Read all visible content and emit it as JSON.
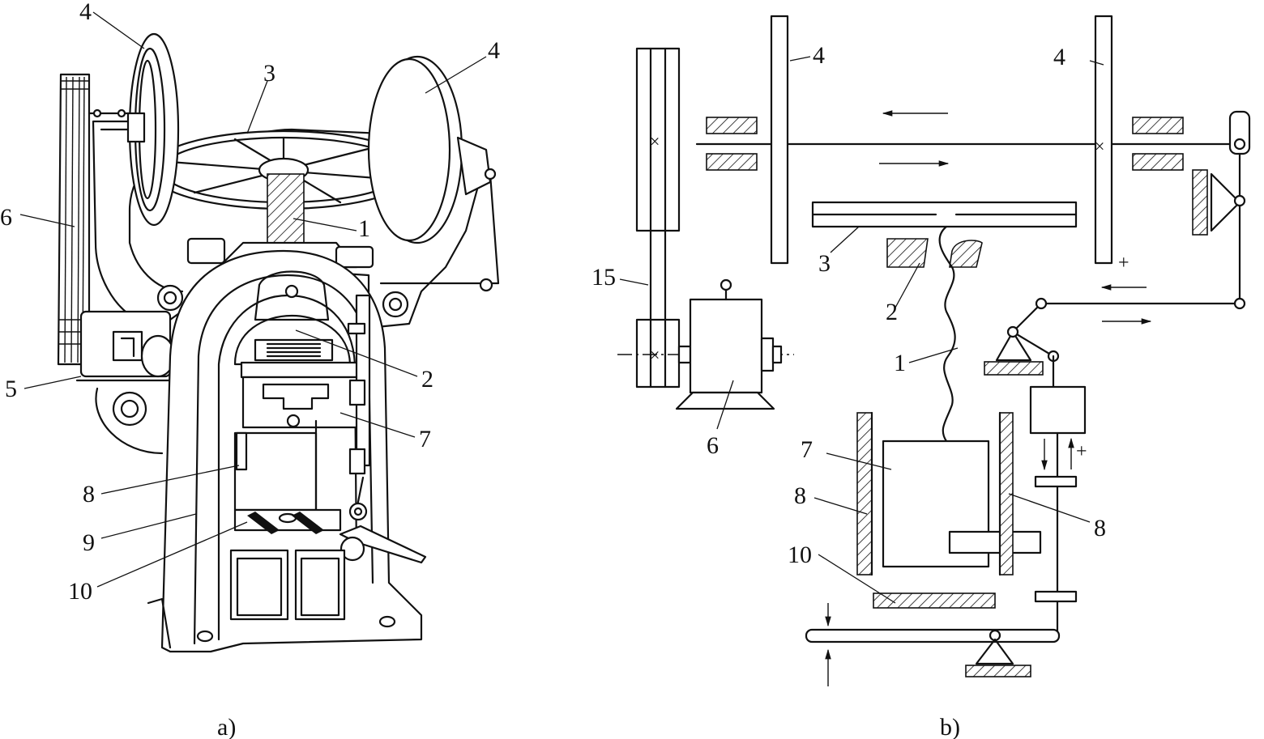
{
  "figure": {
    "caption_a": "a)",
    "caption_b": "b)"
  },
  "labels_a": {
    "l4_top": "4",
    "l4_right": "4",
    "l3": "3",
    "l6": "6",
    "l1": "1",
    "l5": "5",
    "l2": "2",
    "l7": "7",
    "l8": "8",
    "l9": "9",
    "l10": "10"
  },
  "labels_b": {
    "l4_left": "4",
    "l4_right": "4",
    "l15": "15",
    "l3": "3",
    "l2": "2",
    "l1": "1",
    "l6": "6",
    "l7": "7",
    "l8_left": "8",
    "l8_right": "8",
    "l10": "10",
    "plus_disk": "+",
    "plus_valve": "+"
  }
}
